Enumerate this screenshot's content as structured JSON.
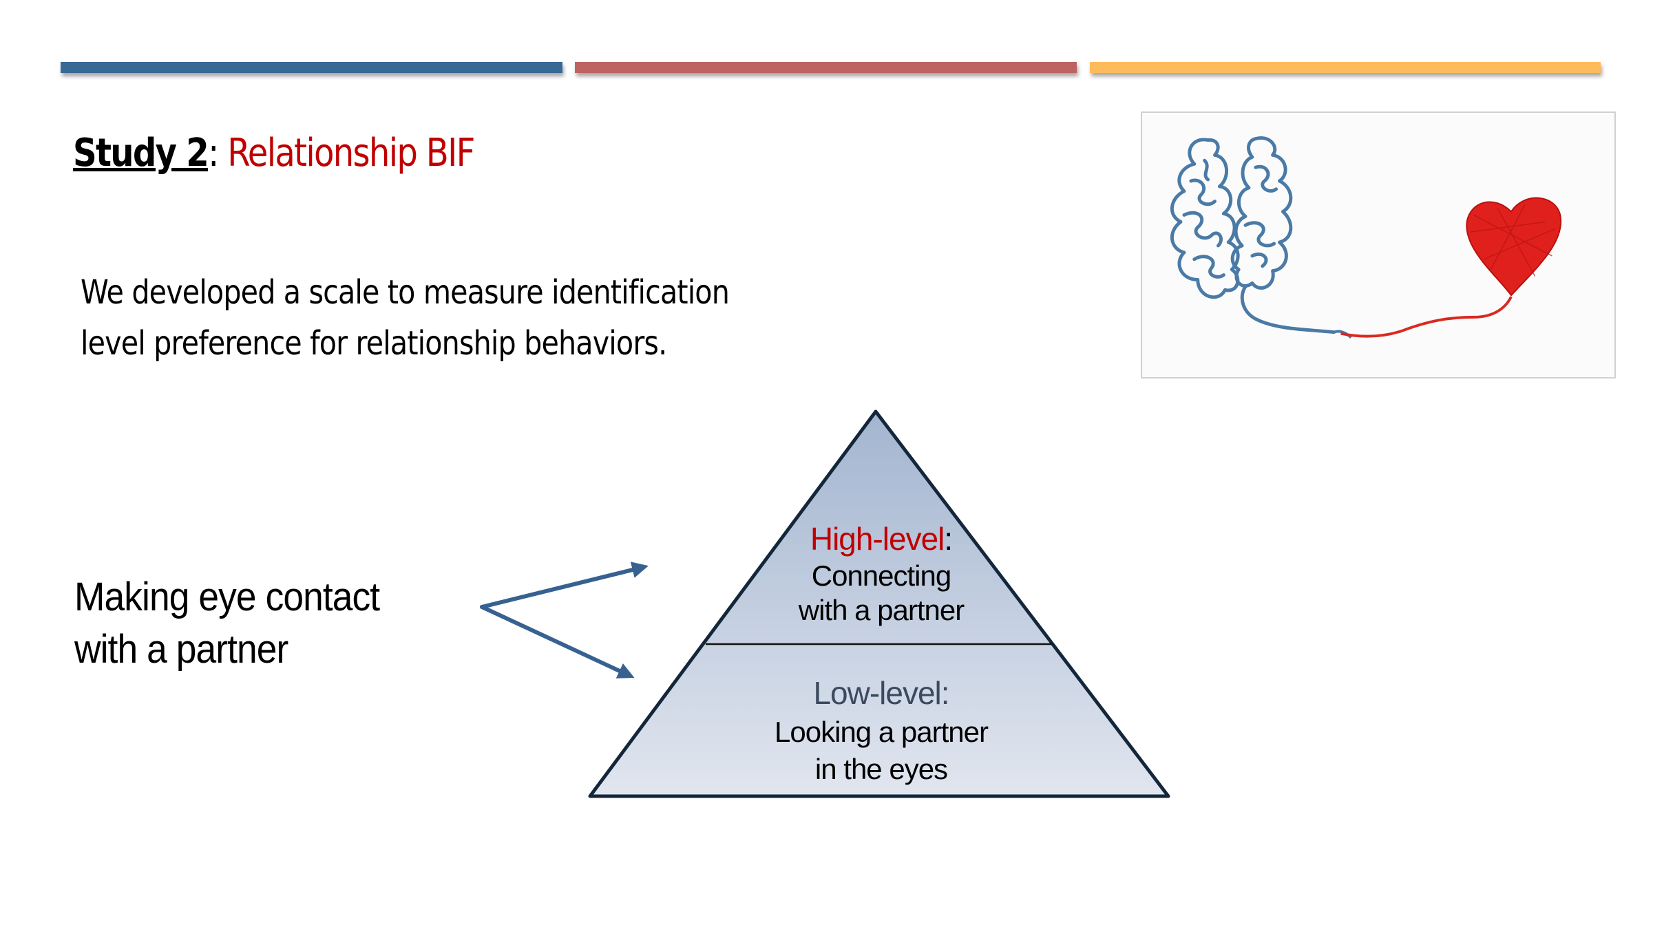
{
  "decor": {
    "bars": [
      {
        "name": "blue",
        "color": "#386894"
      },
      {
        "name": "red",
        "color": "#bd6362"
      },
      {
        "name": "orange",
        "color": "#fdbb5c"
      }
    ]
  },
  "title": {
    "study": "Study 2",
    "colon": ":",
    "topic": "Relationship BIF"
  },
  "description": {
    "line1": "We developed a scale to measure identification",
    "line2": "level preference for relationship behaviors."
  },
  "image": {
    "alt": "Blue yarn shaped like a brain connected by a string to a red yarn heart",
    "brain_color": "#4a7aa6",
    "heart_color": "#e0201c"
  },
  "diagram": {
    "behavior_line1": "Making eye contact",
    "behavior_line2": "with a partner",
    "arrow_color": "#376190",
    "pyramid": {
      "high": {
        "label": "High-level",
        "colon": ":",
        "line1": "Connecting",
        "line2": "with a partner"
      },
      "low": {
        "label": "Low-level:",
        "line1": "Looking a partner",
        "line2": "in the eyes"
      },
      "fill_top": "#a3b5d0",
      "fill_bottom": "#e1e6ef",
      "stroke": "#14263a"
    }
  }
}
